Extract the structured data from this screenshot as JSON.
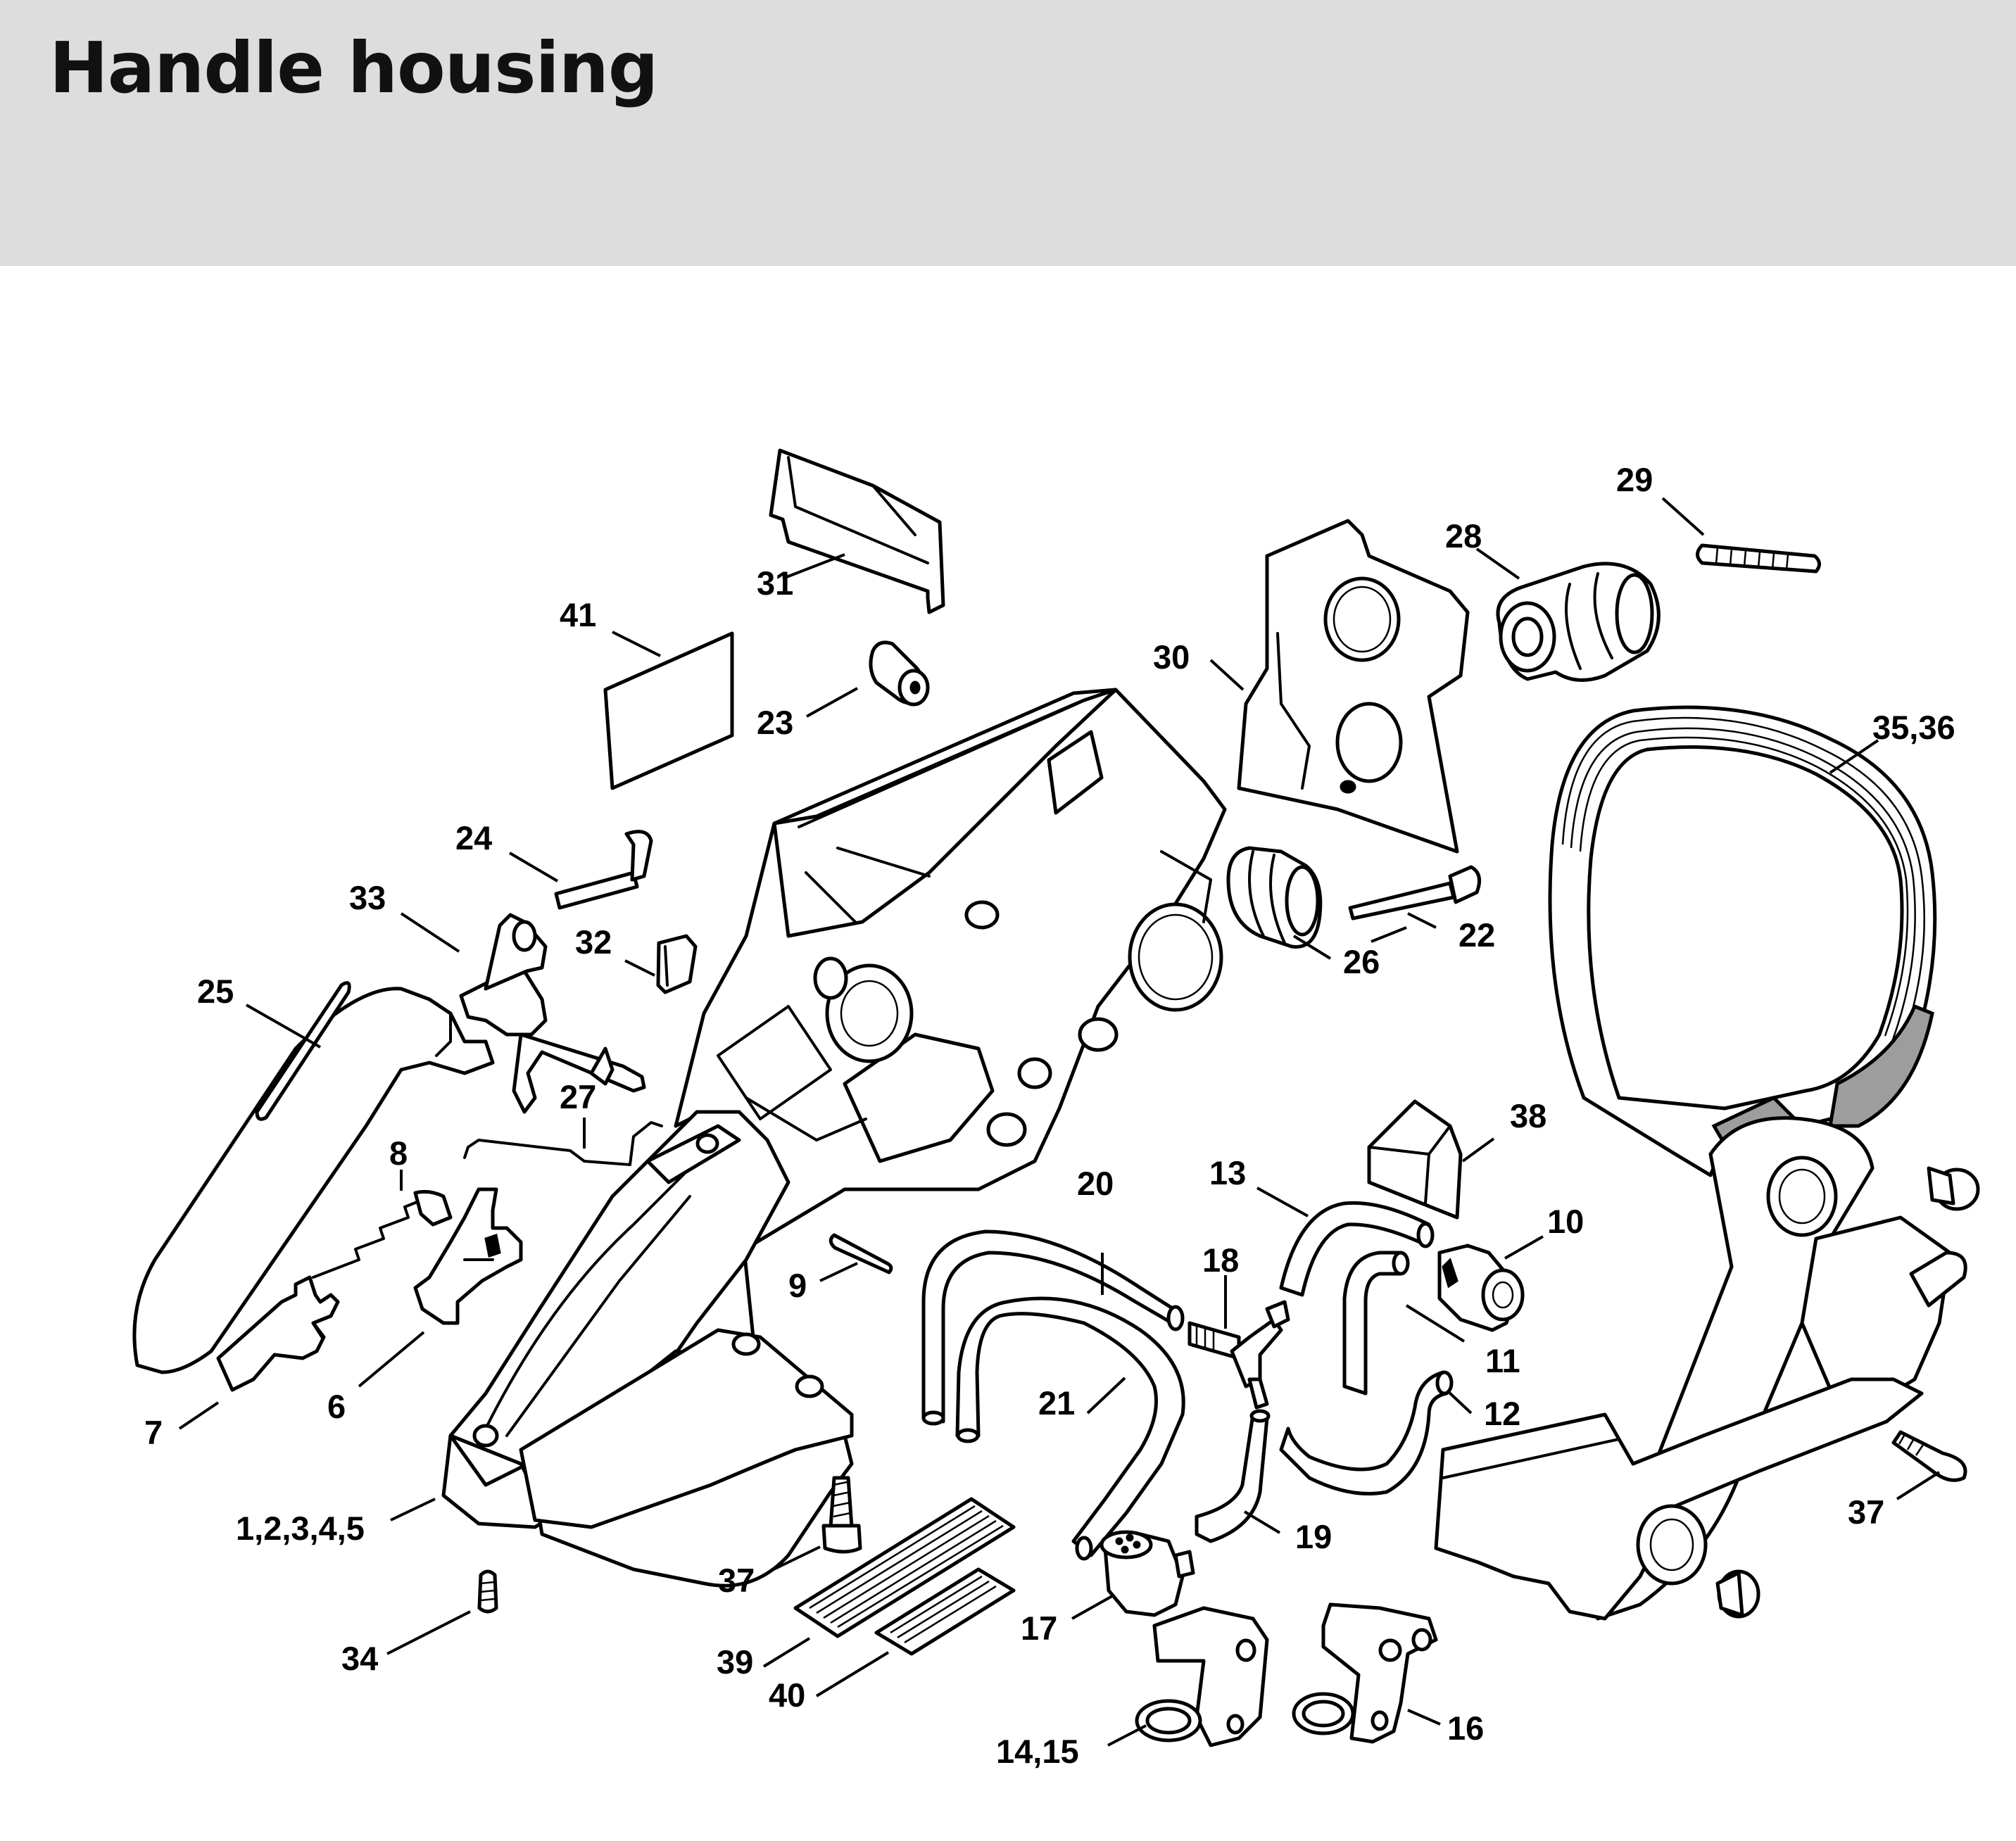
{
  "header": {
    "title": "Handle housing",
    "background": "#dcdddc"
  },
  "parts": [
    {
      "id": "p1",
      "label": "1,2,3,4,5"
    },
    {
      "id": "p6",
      "label": "6"
    },
    {
      "id": "p7",
      "label": "7"
    },
    {
      "id": "p8",
      "label": "8"
    },
    {
      "id": "p9",
      "label": "9"
    },
    {
      "id": "p10",
      "label": "10"
    },
    {
      "id": "p11",
      "label": "11"
    },
    {
      "id": "p12",
      "label": "12"
    },
    {
      "id": "p13",
      "label": "13"
    },
    {
      "id": "p14",
      "label": "14,15"
    },
    {
      "id": "p16",
      "label": "16"
    },
    {
      "id": "p17",
      "label": "17"
    },
    {
      "id": "p18",
      "label": "18"
    },
    {
      "id": "p19",
      "label": "19"
    },
    {
      "id": "p20",
      "label": "20"
    },
    {
      "id": "p21",
      "label": "21"
    },
    {
      "id": "p22",
      "label": "22"
    },
    {
      "id": "p23",
      "label": "23"
    },
    {
      "id": "p24",
      "label": "24"
    },
    {
      "id": "p25",
      "label": "25"
    },
    {
      "id": "p26",
      "label": "26"
    },
    {
      "id": "p27",
      "label": "27"
    },
    {
      "id": "p28",
      "label": "28"
    },
    {
      "id": "p29",
      "label": "29"
    },
    {
      "id": "p30",
      "label": "30"
    },
    {
      "id": "p31",
      "label": "31"
    },
    {
      "id": "p32",
      "label": "32"
    },
    {
      "id": "p33",
      "label": "33"
    },
    {
      "id": "p34",
      "label": "34"
    },
    {
      "id": "p35",
      "label": "35,36"
    },
    {
      "id": "p37a",
      "label": "37"
    },
    {
      "id": "p37b",
      "label": "37"
    },
    {
      "id": "p38",
      "label": "38"
    },
    {
      "id": "p39",
      "label": "39"
    },
    {
      "id": "p40",
      "label": "40"
    },
    {
      "id": "p41",
      "label": "41"
    }
  ]
}
